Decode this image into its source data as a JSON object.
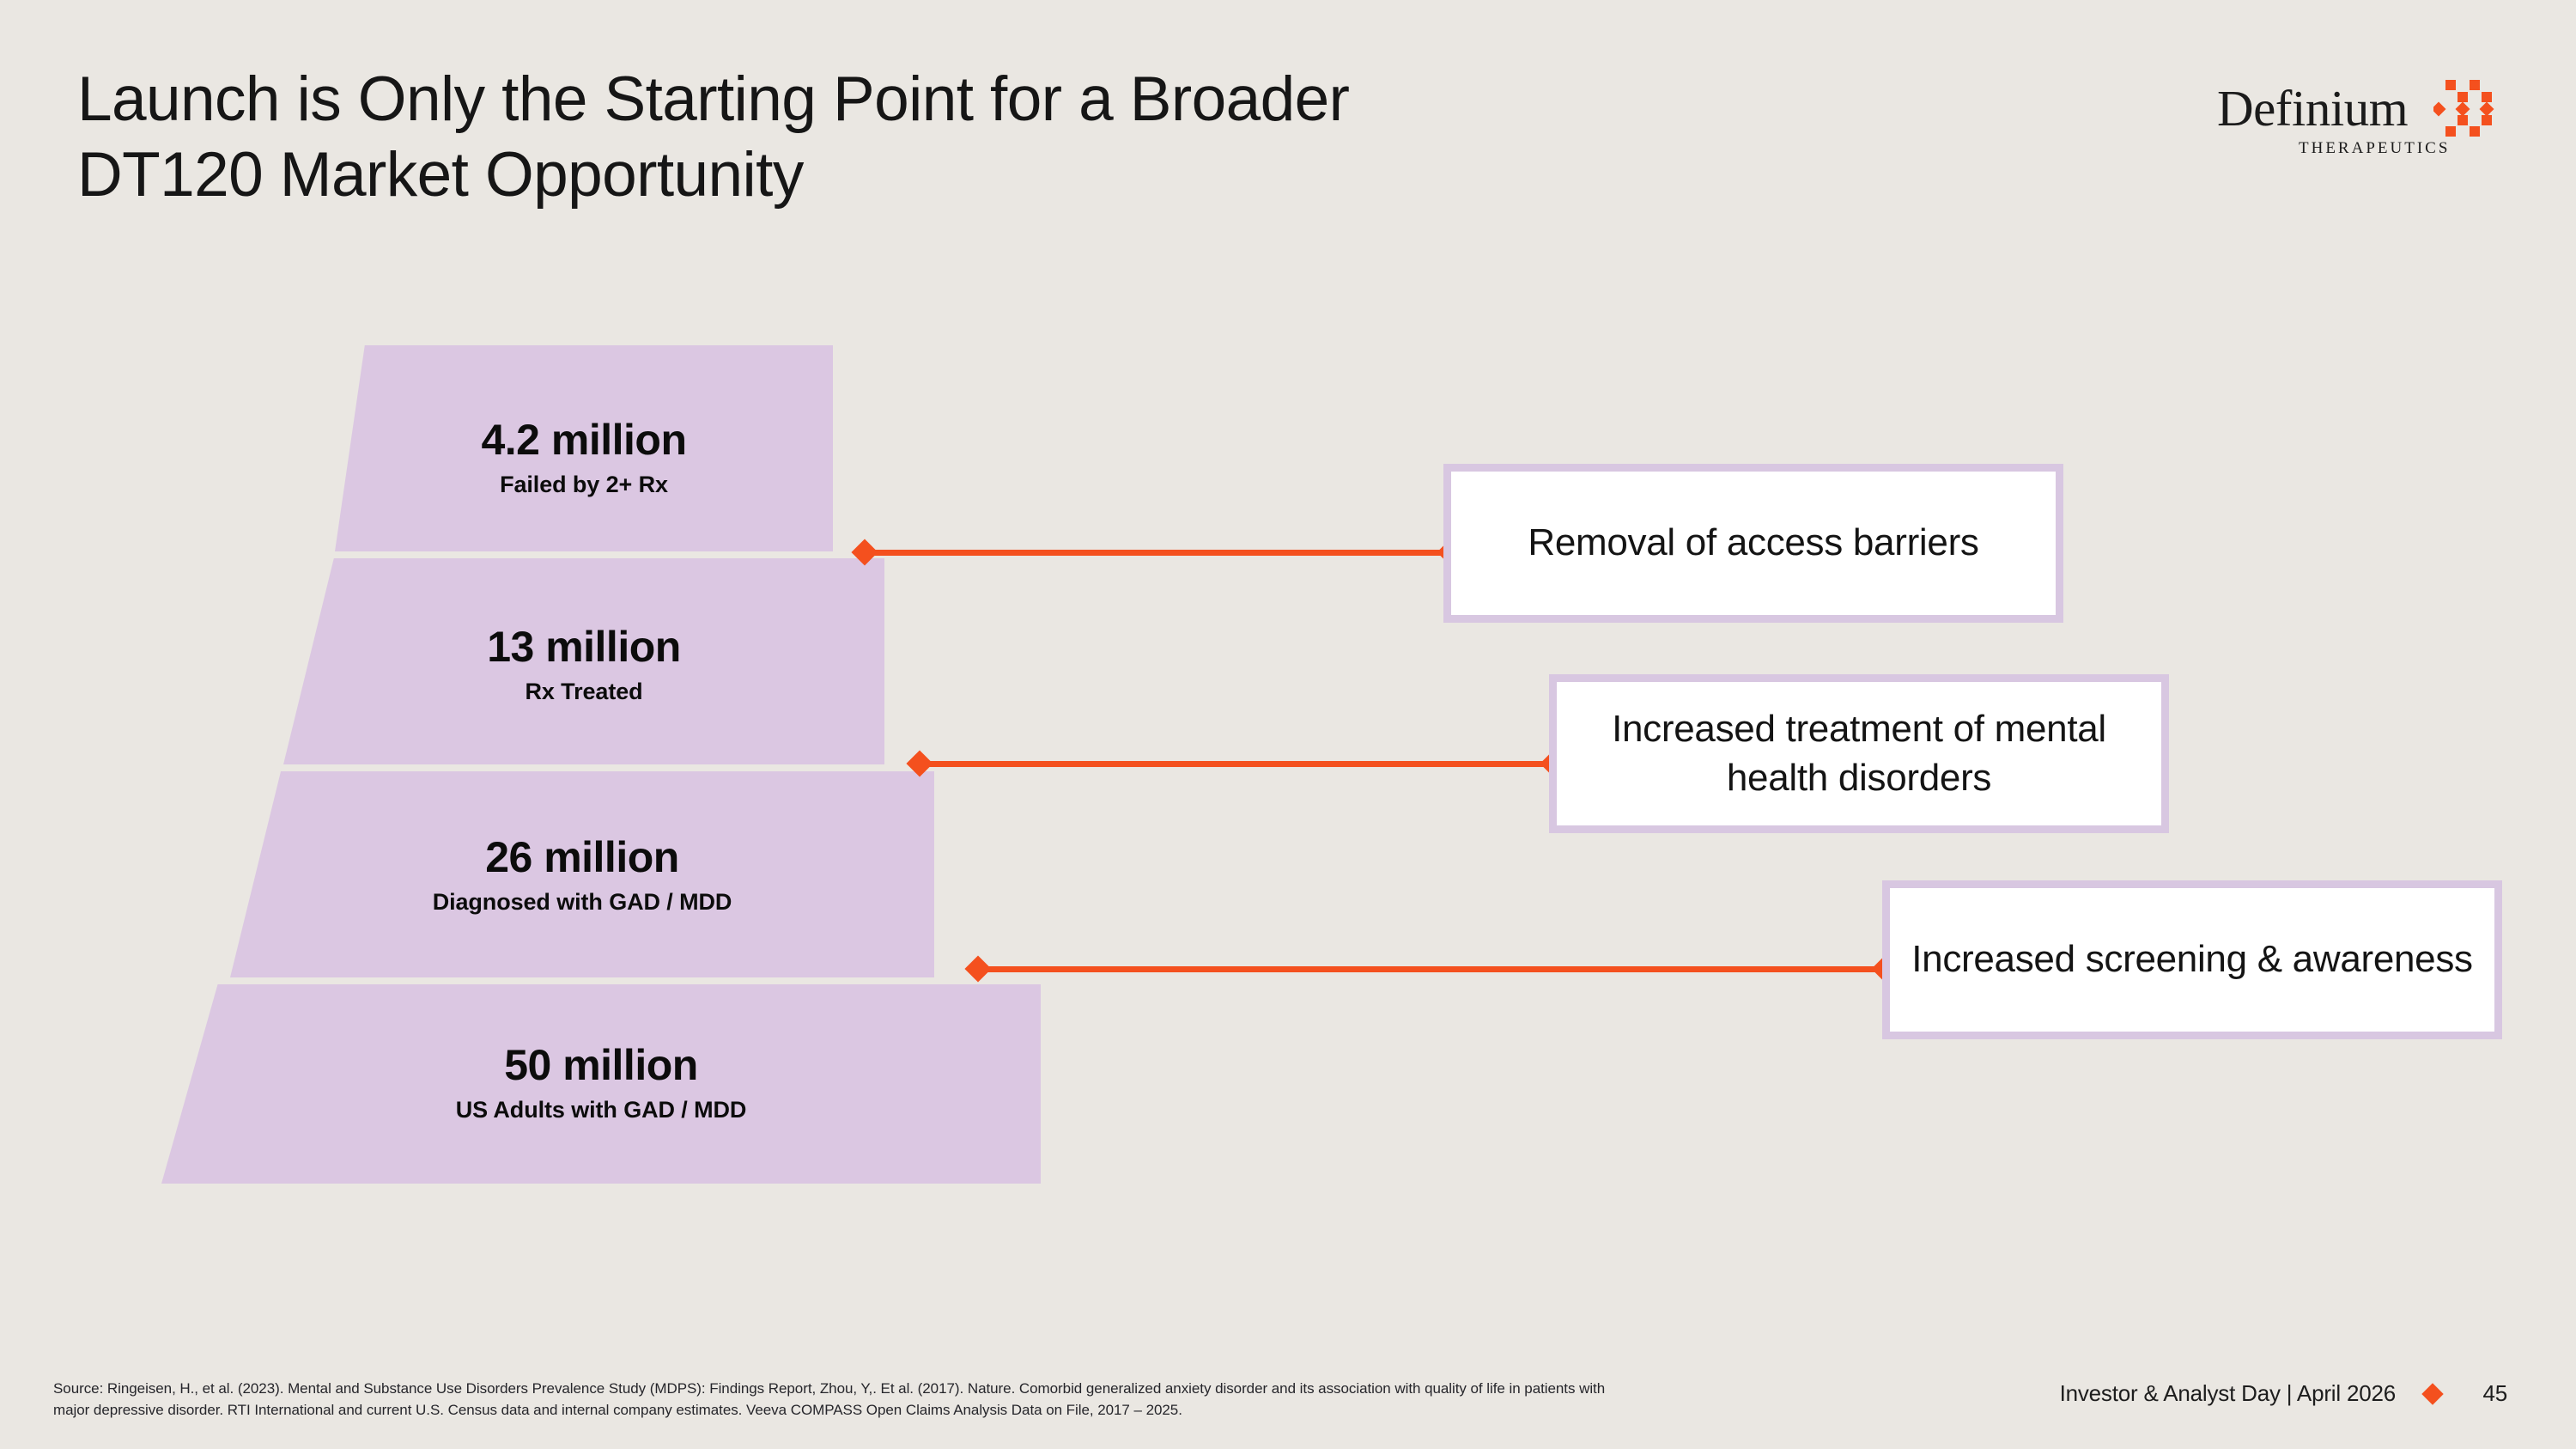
{
  "slide": {
    "title": "Launch is Only the Starting Point for a Broader\nDT120 Market Opportunity",
    "background_color": "#EAE7E2",
    "accent_color": "#F4501E",
    "tier_color": "#DBC7E2",
    "callout_border_color": "#D8C7E1"
  },
  "logo": {
    "wordmark": "Definium",
    "tagline": "THERAPEUTICS",
    "mark_icon": "diamond-lattice-icon",
    "mark_color": "#F4501E"
  },
  "chart_data": {
    "type": "funnel",
    "title": "DT120 Market Opportunity Funnel",
    "unit": "million people",
    "categories": [
      "Failed by 2+ Rx",
      "Rx Treated",
      "Diagnosed with GAD / MDD",
      "US Adults with GAD / MDD"
    ],
    "values": [
      4.2,
      13,
      26,
      50
    ],
    "value_labels": [
      "4.2 million",
      "13 million",
      "26 million",
      "50 million"
    ],
    "orientation": "top-to-bottom",
    "grid": false,
    "legend": "none"
  },
  "pyramid": {
    "tiers": [
      {
        "value": "4.2 million",
        "label": "Failed by 2+ Rx"
      },
      {
        "value": "13 million",
        "label": "Rx Treated"
      },
      {
        "value": "26 million",
        "label": "Diagnosed with GAD / MDD"
      },
      {
        "value": "50 million",
        "label": "US Adults with GAD / MDD"
      }
    ]
  },
  "callouts": [
    {
      "text": "Removal of access barriers"
    },
    {
      "text": "Increased treatment of mental health disorders"
    },
    {
      "text": "Increased screening & awareness"
    }
  ],
  "footer": {
    "source": "Source:  Ringeisen, H., et al. (2023). Mental and Substance Use Disorders Prevalence Study (MDPS): Findings Report,  Zhou, Y,. Et al. (2017). Nature. Comorbid generalized anxiety disorder and its association with quality of life in patients with major depressive disorder. RTI International and current U.S. Census data and internal company estimates. Veeva COMPASS Open Claims Analysis Data on File, 2017 – 2025.",
    "event": "Investor & Analyst Day | April 2026",
    "page_number": "45",
    "separator_icon": "diamond-icon"
  }
}
